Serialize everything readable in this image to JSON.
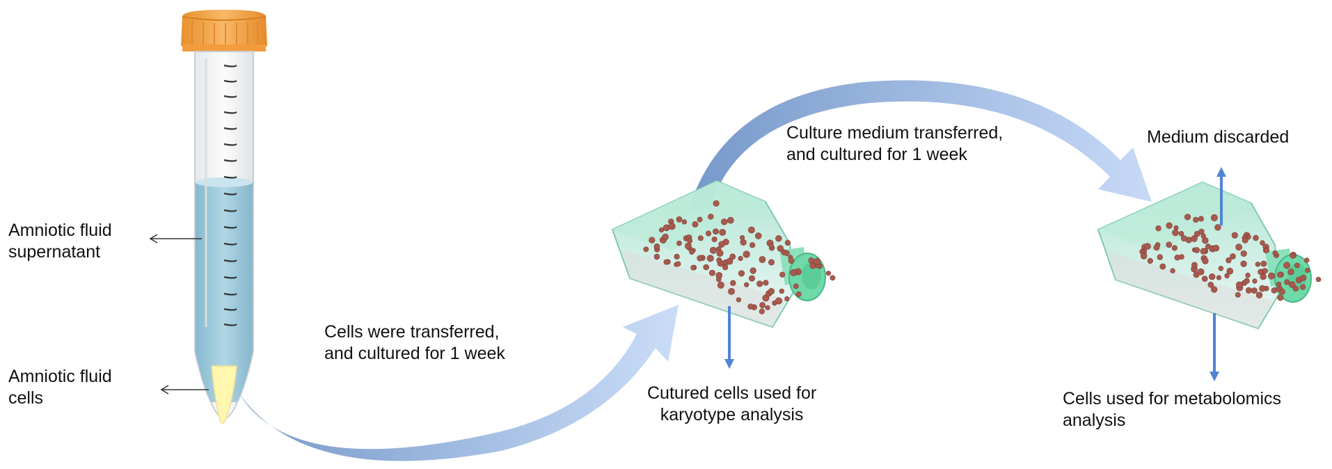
{
  "labels": {
    "supernatant": [
      "Amniotic fluid",
      "supernatant"
    ],
    "cells": [
      "Amniotic fluid",
      "cells"
    ],
    "step1": [
      "Cells were transferred,",
      "and cultured for 1 week"
    ],
    "step2": [
      "Culture medium transferred,",
      "and cultured for 1 week"
    ],
    "karyotype": [
      "Cutured cells used for",
      "karyotype analysis"
    ],
    "discarded": [
      "Medium discarded"
    ],
    "metabolomics": [
      "Cells used for metabolomics",
      "analysis"
    ]
  },
  "colors": {
    "cap": "#f5a54a",
    "tube_liquid": "#9cc8da",
    "pellet": "#fff6b0",
    "flask_body": "#c8ece0",
    "flask_cap": "#6fd9a8",
    "cells": "#a85a4e",
    "process_arrow": "#a9c6ec",
    "output_arrow": "#4f84d4"
  }
}
